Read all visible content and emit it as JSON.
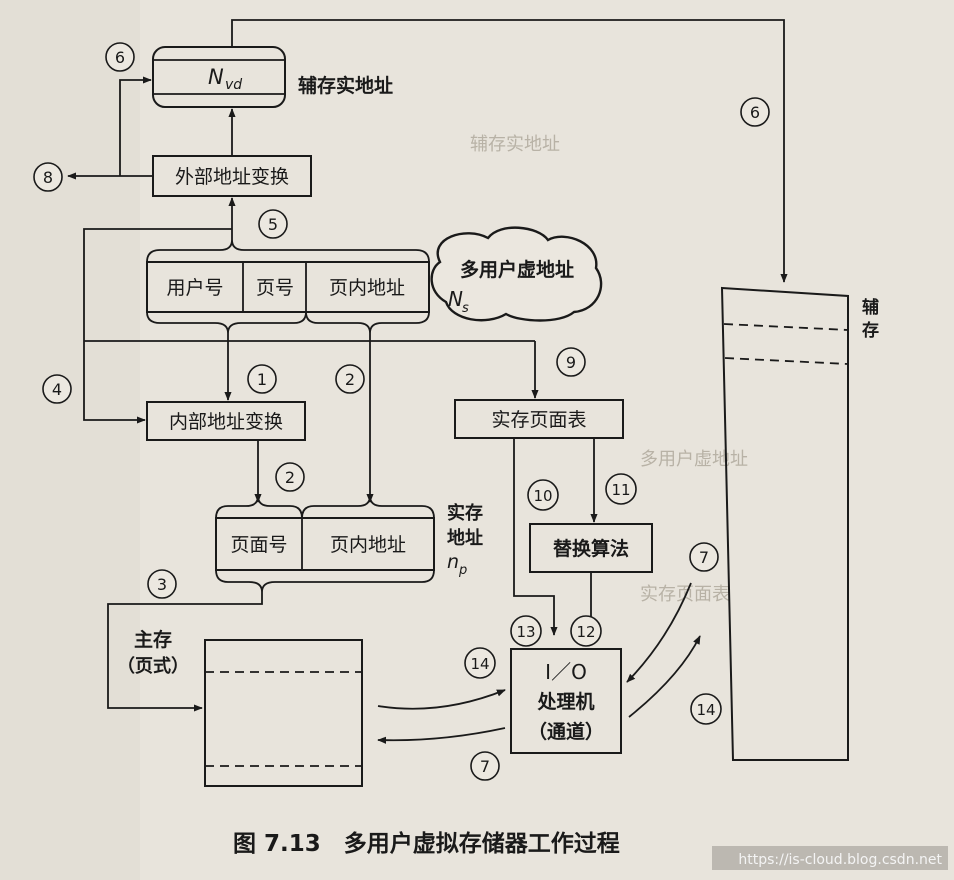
{
  "nodes": {
    "aux_real_addr_box": "N",
    "aux_real_addr_sub": "vd",
    "aux_real_addr_label": "辅存实地址",
    "external_transform": "外部地址变换",
    "user_no": "用户号",
    "page_no": "页号",
    "offset_top": "页内地址",
    "multi_user_va": "多用户虚地址",
    "ns_main": "N",
    "ns_sub": "s",
    "internal_transform": "内部地址变换",
    "real_page_table": "实存页面表",
    "replacement_algo": "替换算法",
    "page_frame_no": "页面号",
    "offset_bottom": "页内地址",
    "real_addr_label_1": "实存",
    "real_addr_label_2": "地址",
    "np_main": "n",
    "np_sub": "p",
    "main_memory_1": "主存",
    "main_memory_2": "（页式）",
    "io_line1": "I／O",
    "io_line2": "处理机",
    "io_line3": "（通道）",
    "aux_storage_1": "辅",
    "aux_storage_2": "存"
  },
  "markers": {
    "m6a": "6",
    "m6b": "6",
    "m8": "8",
    "m5": "5",
    "m4": "4",
    "m1": "1",
    "m2a": "2",
    "m2b": "2",
    "m9": "9",
    "m3": "3",
    "m10": "10",
    "m11": "11",
    "m13": "13",
    "m12": "12",
    "m14a": "14",
    "m14b": "14",
    "m7a": "7",
    "m7b": "7"
  },
  "caption": "图 7.13　多用户虚拟存储器工作过程",
  "watermark": "https://is-cloud.blog.csdn.net",
  "bleed_text": {
    "g1": "辅存实地址",
    "g2": "多用户虚地址",
    "g3": "实存页面表"
  }
}
